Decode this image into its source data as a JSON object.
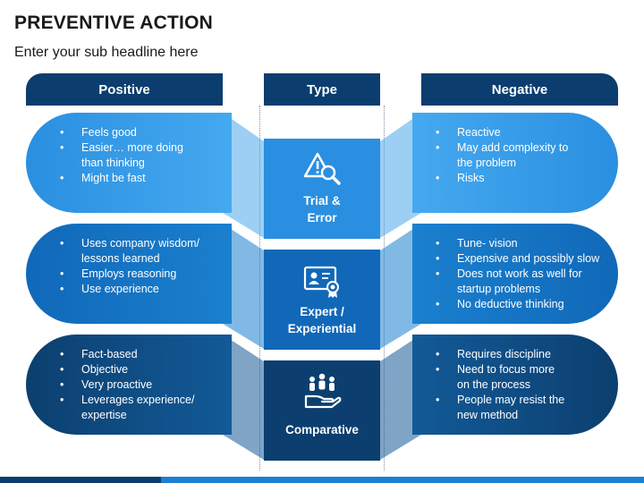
{
  "title": "PREVENTIVE ACTION",
  "subtitle": "Enter your sub headline here",
  "headers": {
    "positive": "Positive",
    "type": "Type",
    "negative": "Negative"
  },
  "rows": [
    {
      "type_label_line1": "Trial &",
      "type_label_line2": "Error",
      "icon": "warning-search-icon",
      "positive": [
        "Feels good",
        "Easier… more doing",
        "than thinking",
        "Might be fast"
      ],
      "negative": [
        "Reactive",
        "May add complexity to",
        "the problem",
        "Risks"
      ],
      "color": "#2a8fe0"
    },
    {
      "type_label_line1": "Expert /",
      "type_label_line2": "Experiential",
      "icon": "certificate-icon",
      "positive": [
        "Uses company wisdom/",
        "lessons learned",
        "Employs reasoning",
        "Use experience"
      ],
      "negative": [
        "Tune- vision",
        "Expensive and possibly slow",
        "Does not work as well for",
        "startup problems",
        "No deductive thinking"
      ],
      "color": "#1168b8"
    },
    {
      "type_label_line1": "Comparative",
      "type_label_line2": "",
      "icon": "team-hand-icon",
      "positive": [
        "Fact-based",
        "Objective",
        "Very proactive",
        "Leverages experience/",
        "expertise"
      ],
      "negative": [
        "Requires discipline",
        "Need to focus more",
        "on the process",
        "People may resist the",
        "new method"
      ],
      "color": "#0c3f6f"
    }
  ]
}
